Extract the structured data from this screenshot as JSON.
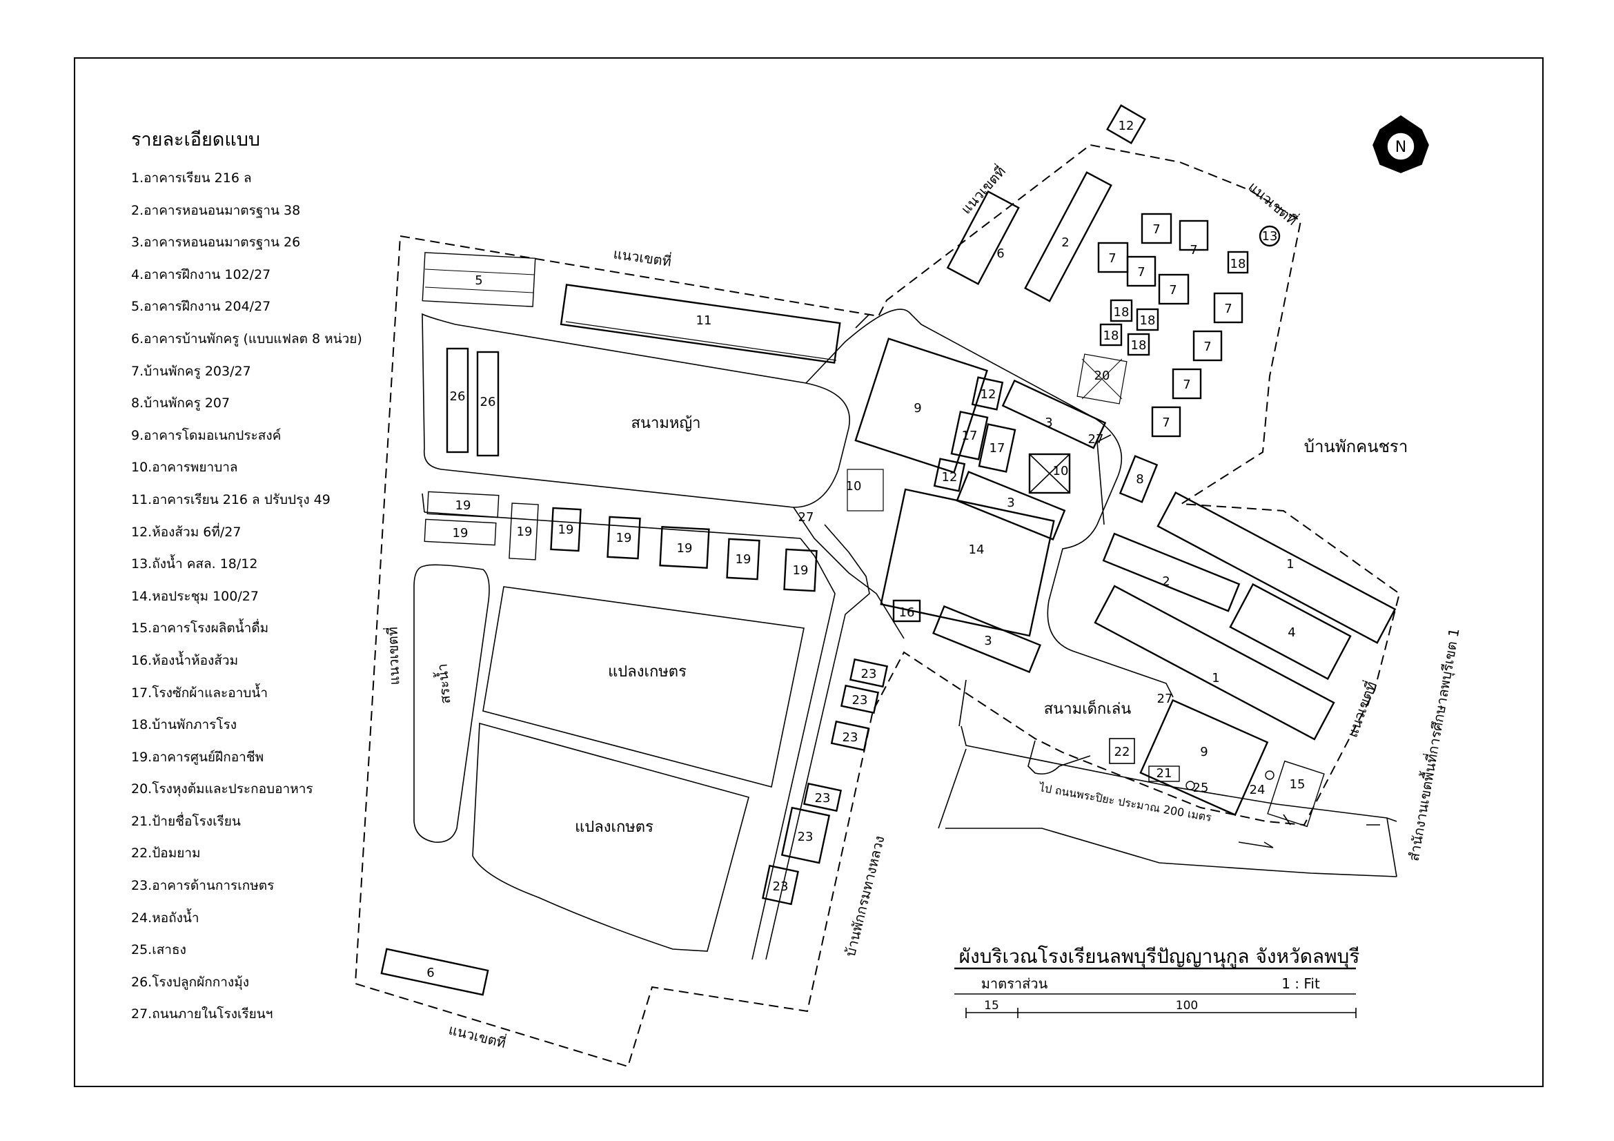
{
  "legend": {
    "title": "รายละเอียดแบบ",
    "items": [
      "1.อาคารเรียน 216 ล",
      "2.อาคารหอนอนมาตรฐาน 38",
      "3.อาคารหอนอนมาตรฐาน 26",
      "4.อาคารฝึกงาน 102/27",
      "5.อาคารฝึกงาน 204/27",
      "6.อาคารบ้านพักครู (แบบแฟลต 8 หน่วย)",
      "7.บ้านพักครู 203/27",
      "8.บ้านพักครู 207",
      "9.อาคารโดมอเนกประสงค์",
      "10.อาคารพยาบาล",
      "11.อาคารเรียน 216 ล ปรับปรุง 49",
      "12.ห้องส้วม 6ที่/27",
      "13.ถังน้ำ คสล. 18/12",
      "14.หอประชุม 100/27",
      "15.อาคารโรงผลิตน้ำดื่ม",
      "16.ห้องน้ำห้องส้วม",
      "17.โรงซักผ้าและอาบน้ำ",
      "18.บ้านพักภารโรง",
      "19.อาคารศูนย์ฝึกอาชีพ",
      "20.โรงหุงต้มและประกอบอาหาร",
      "21.ป้ายชื่อโรงเรียน",
      "22.ป้อมยาม",
      "23.อาคารด้านการเกษตร",
      "24.หอถังน้ำ",
      "25.เสาธง",
      "26.โรงปลูกผักกางมุ้ง",
      "27.ถนนภายในโรงเรียนฯ"
    ]
  },
  "labels": {
    "boundary": "แนวเขตที่",
    "lawn": "สนามหญ้า",
    "farm": "แปลงเกษตร",
    "pond": "สระน้ำ",
    "playground": "สนามเด็กเล่น",
    "elderly_home": "บ้านพักคนชรา",
    "highways_housing": "บ้านพักกรมทางหลวง",
    "education_office": "สำนักงานเขตพื้นที่การศึกษาลพบุรีเขต 1",
    "road": "ไป ถนนพระปิยะ ประมาณ 200 เมตร",
    "road_27": "27"
  },
  "title_block": {
    "title": "ผังบริเวณโรงเรียนลพบุรีปัญญานุกูล จังหวัดลพบุรี",
    "scale_label": "มาตราส่วน",
    "scale_value": "1 : Fit",
    "dim_1": "15",
    "dim_2": "100"
  },
  "north_label": "N",
  "building_numbers": [
    "1",
    "2",
    "3",
    "4",
    "5",
    "6",
    "7",
    "8",
    "9",
    "10",
    "11",
    "12",
    "13",
    "14",
    "15",
    "16",
    "17",
    "18",
    "19",
    "20",
    "21",
    "22",
    "23",
    "24",
    "25",
    "26",
    "27"
  ]
}
